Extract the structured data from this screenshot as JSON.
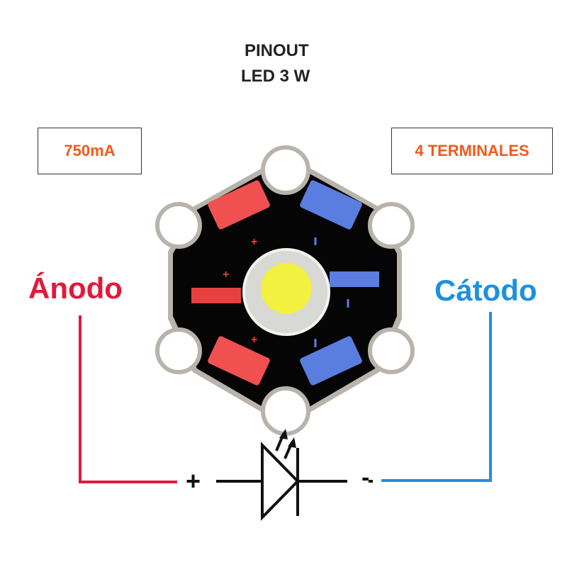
{
  "title": {
    "line1": "PINOUT",
    "line2": "LED 3 W"
  },
  "current_label": "750mA",
  "terminals_label": "4 TERMINALES",
  "anode_label": "Ánodo",
  "cathode_label": "Cátodo",
  "plus_sign": "+",
  "minus_sign": "-",
  "colors": {
    "anode": "#e01a3c",
    "cathode": "#1e90e0",
    "accent": "#f05a1a",
    "pad_red": "#f05050",
    "pad_blue": "#5a7ee0",
    "led_yellow": "#f2f040"
  }
}
